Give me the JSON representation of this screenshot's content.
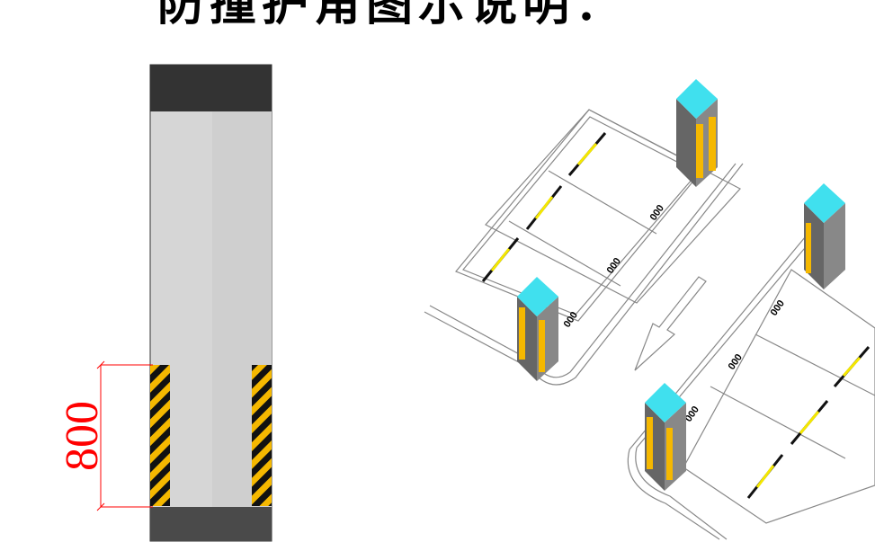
{
  "title": "防撞护角图示说明：",
  "elevation": {
    "dimension_value": "800"
  },
  "plan": {
    "space_code": "000"
  },
  "colors": {
    "hazard_yellow": "#f5b800",
    "post_dark": "#333333",
    "post_light": "#d6d6d6",
    "cap_cyan": "#40e0ee",
    "dimension_red": "#ff0000",
    "outline_gray": "#888888"
  }
}
